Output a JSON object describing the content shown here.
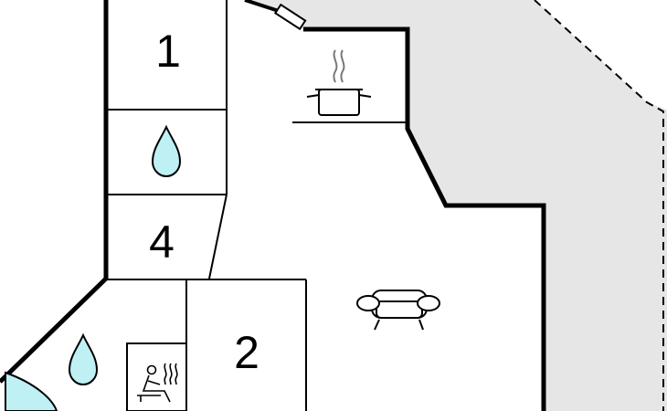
{
  "floorplan": {
    "rooms": [
      {
        "id": "bedroom-1",
        "label": "1"
      },
      {
        "id": "bedroom-4",
        "label": "4"
      },
      {
        "id": "bedroom-2",
        "label": "2"
      }
    ],
    "icons": [
      "kitchen-pot-icon",
      "bathroom-drop-icon",
      "sofa-icon",
      "sauna-icon"
    ],
    "colors": {
      "wall": "#000000",
      "terrace": "#e6e6e6",
      "water": "#bff0f4",
      "background": "#ffffff"
    }
  }
}
